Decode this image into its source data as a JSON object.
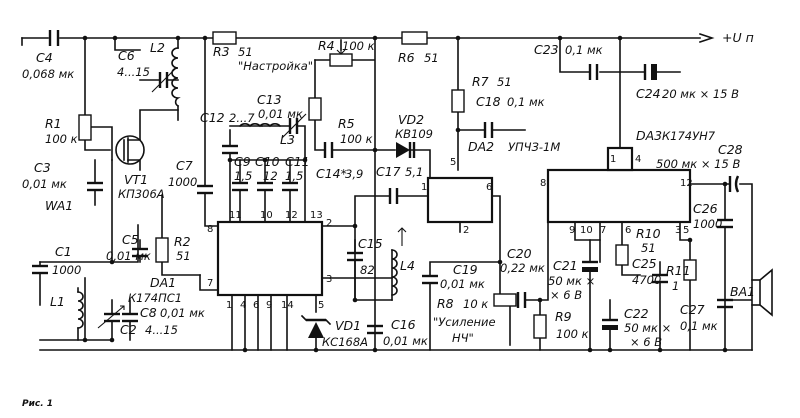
{
  "labels": {
    "supply": "+U п",
    "C4": "C4",
    "C4v": "0,068 мк",
    "L2": "L2",
    "C6": "C6",
    "C6v": "4...15",
    "R3": "R3",
    "R3v": "51",
    "R4": "R4",
    "R4v": "100 к",
    "nastroika": "\"Настройка\"",
    "R6": "R6",
    "R6v": "51",
    "R7": "R7",
    "R7v": "51",
    "C23": "C23",
    "C23v": "0,1 мк",
    "C24": "C24",
    "C24v": "20 мк × 15 В",
    "R1": "R1",
    "R1v": "100 к",
    "C12": "C12",
    "C12v": "2...7",
    "C13": "C13",
    "C13v": "0,01 мк",
    "R5": "R5",
    "R5v": "100 к",
    "VD2": "VD2",
    "VD2v": "КВ109",
    "C18": "C18",
    "C18v": "0,1 мк",
    "DA3": "DA3",
    "DA3v": "К174УН7",
    "L3": "L3",
    "C3": "C3",
    "C3v": "0,01 мк",
    "VT1": "VT1",
    "VT1v": "КП306А",
    "C7": "C7",
    "C7v": "1000",
    "C9": "C9",
    "C9v": "1,5",
    "C10": "C10",
    "C10v": "12",
    "C11": "C11",
    "C11v": "1,5",
    "C14": "C14*",
    "C14v": "3,9",
    "C17": "C17",
    "C17v": "5,1",
    "DA2": "DA2",
    "DA2v": "УПЧЗ-1М",
    "C28": "C28",
    "C28v": "500 мк × 15 В",
    "WA1": "WA1",
    "C5": "C5",
    "C5v": "0,01 мк",
    "R2": "R2",
    "R2v": "51",
    "C15": "C15",
    "C15v": "82",
    "L4": "L4",
    "C20": "C20",
    "C20v": "0,22 мк",
    "C19": "C19",
    "C19v": "0,01 мк",
    "R8": "R8",
    "R8v": "10 к",
    "usilenie": "\"Усиление",
    "nch": "НЧ\"",
    "C21": "C21",
    "C21v1": "50 мк ×",
    "C21v2": "× 6 В",
    "R10": "R10",
    "R10v": "51",
    "C25": "C25",
    "C25v": "4700",
    "C26": "C26",
    "C26v": "1000",
    "R11": "R11",
    "R11v": "1",
    "BA1": "BA1",
    "C1": "C1",
    "C1v": "1000",
    "DA1": "DA1",
    "DA1v": "К174ПС1",
    "C8": "C8",
    "C8v": "0,01 мк",
    "C2": "C2",
    "C2v": "4...15",
    "L1": "L1",
    "VD1": "VD1",
    "VD1v": "КС168А",
    "C16": "C16",
    "C16v": "0,01 мк",
    "R9": "R9",
    "R9v": "100 к",
    "C22": "C22",
    "C22v1": "50 мк ×",
    "C22v2": "× 6 В",
    "C27": "C27",
    "C27v": "0,1 мк",
    "figure": "Рис. 1"
  },
  "pins": {
    "da1": [
      "8",
      "11",
      "10",
      "12",
      "13",
      "2",
      "3",
      "7",
      "1",
      "4",
      "6",
      "9",
      "14",
      "5"
    ],
    "da2": [
      "1",
      "5",
      "6",
      "2"
    ],
    "da3": [
      "1",
      "4",
      "8",
      "12",
      "9",
      "10",
      "7",
      "6",
      "3",
      "5"
    ]
  }
}
